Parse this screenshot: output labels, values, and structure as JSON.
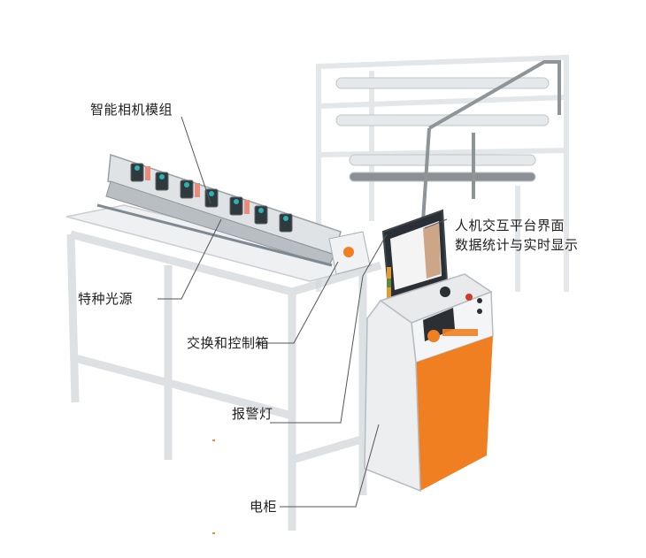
{
  "callouts": {
    "camera_module": "智能相机模组",
    "light_source": "特种光源",
    "switch_box": "交换和控制箱",
    "hmi_line1": "人机交互平台界面",
    "hmi_line2": "数据统计与实时显示",
    "warning_light": "报警灯",
    "cabinet": "电柜"
  },
  "colors": {
    "accent": "#f07f22",
    "frame": "#d9dde0",
    "text": "#222222"
  },
  "icons": [
    "brand-logo-icon"
  ]
}
